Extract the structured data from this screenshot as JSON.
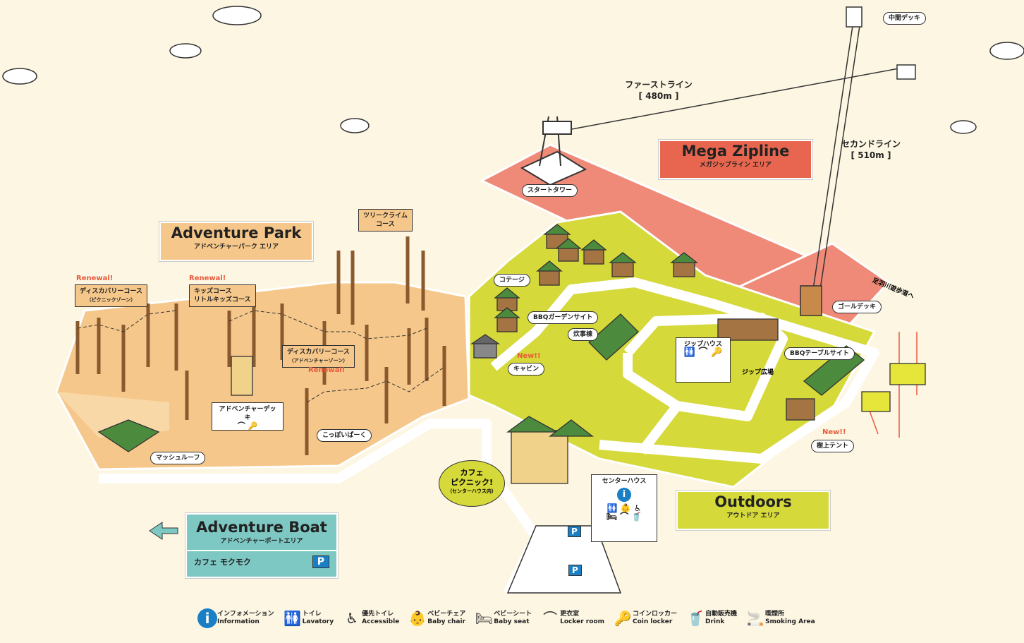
{
  "areas": {
    "zipline": {
      "en": "Mega Zipline",
      "jp": "メガジップライン エリア",
      "color": "#e8664f"
    },
    "park": {
      "en": "Adventure Park",
      "jp": "アドベンチャーパーク エリア",
      "color": "#f6c78a"
    },
    "outdoors": {
      "en": "Outdoors",
      "jp": "アウトドア エリア",
      "color": "#d5d93a"
    },
    "boat": {
      "en": "Adventure Boat",
      "jp": "アドベンチャーボートエリア",
      "cafe": "カフェ モクモク",
      "parking": "P",
      "color": "#7ec8c4"
    }
  },
  "zip_lines": {
    "first": {
      "name": "ファーストライン",
      "length": "[ 480m ]"
    },
    "second": {
      "name": "セカンドライン",
      "length": "[ 510m ]"
    }
  },
  "labels": {
    "mid_deck": "中間デッキ",
    "start_tower": "スタートタワー",
    "goal_deck": "ゴールデッキ",
    "walkway": "足羽川遊歩道へ",
    "cottage": "コテージ",
    "bbq_garden": "BBQガーデンサイト",
    "kitchen": "炊事棟",
    "cabin": "キャビン",
    "zip_house": "ジップハウス",
    "zip_square": "ジップ広場",
    "bbq_table": "BBQテーブルサイト",
    "tree_tent": "樹上テント",
    "center_house": "センターハウス",
    "tree_climb_1": "ツリークライム",
    "tree_climb_2": "コース",
    "discovery_1a": "ディスカバリーコース",
    "discovery_1b": "（ピクニックゾーン）",
    "kids_1": "キッズコース",
    "kids_2": "リトルキッズコース",
    "discovery_2a": "ディスカバリーコース",
    "discovery_2b": "（アドベンチャーゾーン）",
    "adv_deck": "アドベンチャーデッキ",
    "koppoi": "こっぽいぱーく",
    "mash_roof": "マッシュルーフ",
    "renewal": "Renewal!",
    "new": "New!!",
    "cafe_picnic_1": "カフェ",
    "cafe_picnic_2": "ピクニック!",
    "cafe_picnic_3": "（センターハウス内）",
    "parking": "P"
  },
  "legend": [
    {
      "icon": "info-icon",
      "glyph": "i",
      "jp": "インフォメーション",
      "en": "Information"
    },
    {
      "icon": "lavatory-icon",
      "glyph": "🚻",
      "jp": "トイレ",
      "en": "Lavatory"
    },
    {
      "icon": "accessible-icon",
      "glyph": "♿",
      "jp": "優先トイレ",
      "en": "Accessible"
    },
    {
      "icon": "baby-chair-icon",
      "glyph": "👶",
      "jp": "ベビーチェア",
      "en": "Baby chair"
    },
    {
      "icon": "baby-seat-icon",
      "glyph": "🛏",
      "jp": "ベビーシート",
      "en": "Baby seat"
    },
    {
      "icon": "locker-room-icon",
      "glyph": "⌒",
      "jp": "更衣室",
      "en": "Locker room"
    },
    {
      "icon": "coin-locker-icon",
      "glyph": "🔑",
      "jp": "コインロッカー",
      "en": "Coin locker"
    },
    {
      "icon": "drink-icon",
      "glyph": "🥤",
      "jp": "自動販売機",
      "en": "Drink"
    },
    {
      "icon": "smoking-icon",
      "glyph": "🚬",
      "jp": "喫煙所",
      "en": "Smoking Area"
    }
  ]
}
